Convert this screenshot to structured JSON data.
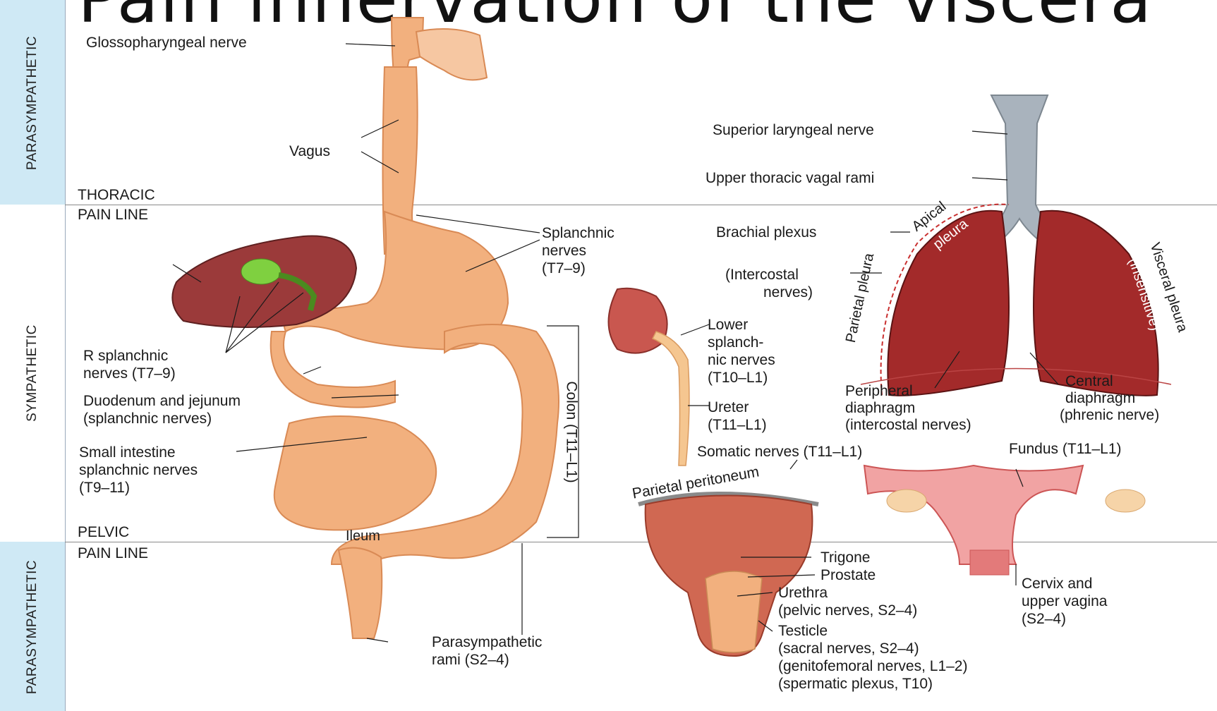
{
  "title": "Pain innervation of the viscera",
  "bands": {
    "top": "PARASYMPATHETIC",
    "middle": "SYMPATHETIC",
    "bottom": "PARASYMPATHETIC"
  },
  "lines": {
    "thoracic_1": "THORACIC",
    "thoracic_2": "PAIN LINE",
    "pelvic_1": "PELVIC",
    "pelvic_2": "PAIN LINE"
  },
  "gi": {
    "glossopharyngeal": "Glossopharyngeal nerve",
    "vagus": "Vagus",
    "splanchnic": [
      "Splanchnic",
      "nerves",
      "(T7–9)"
    ],
    "r_splanchnic": [
      "R splanchnic",
      "nerves (T7–9)"
    ],
    "duodenum": [
      "Duodenum and jejunum",
      "(splanchnic nerves)"
    ],
    "small_intestine": [
      "Small intestine",
      "splanchnic nerves",
      "(T9–11)"
    ],
    "colon": "Colon (T11–L1)",
    "ileum": "Ileum",
    "parasympathetic_rami": [
      "Parasympathetic",
      "rami (S2–4)"
    ]
  },
  "kidney": {
    "lower_splanchnic": [
      "Lower",
      "splanch-",
      "nic nerves",
      "(T10–L1)"
    ],
    "ureter": [
      "Ureter",
      "(T11–L1)"
    ]
  },
  "lungs": {
    "superior_laryngeal": "Superior laryngeal nerve",
    "upper_thoracic": "Upper thoracic vagal rami",
    "brachial": "Brachial plexus",
    "intercostal": [
      "(Intercostal",
      "nerves)"
    ],
    "apical": "Apical",
    "pleura": "pleura",
    "parietal_pleura": "Parietal pleura",
    "visceral_pleura": "Visceral pleura",
    "insensitive": "(insensitive)",
    "peripheral_diaphragm": [
      "Peripheral",
      "diaphragm",
      "(intercostal nerves)"
    ],
    "central_diaphragm": [
      "Central",
      "diaphragm",
      "(phrenic nerve)"
    ]
  },
  "bladder": {
    "somatic": "Somatic nerves (T11–L1)",
    "parietal_peritoneum": "Parietal peritoneum",
    "trigone": "Trigone",
    "prostate": "Prostate",
    "urethra": [
      "Urethra",
      "(pelvic nerves, S2–4)"
    ],
    "testicle": [
      "Testicle",
      "(sacral nerves, S2–4)",
      "(genitofemoral nerves, L1–2)",
      "(spermatic plexus, T10)"
    ]
  },
  "uterus": {
    "fundus": "Fundus (T11–L1)",
    "cervix": [
      "Cervix and",
      "upper vagina",
      "(S2–4)"
    ]
  },
  "colors": {
    "gut": "#f2b07e",
    "gut_edge": "#d98a55",
    "liver": "#9b3a3a",
    "lung": "#a32a2a",
    "trachea": "#a9b3bd",
    "gallbladder": "#7fd040",
    "band": "#cfe9f5"
  }
}
